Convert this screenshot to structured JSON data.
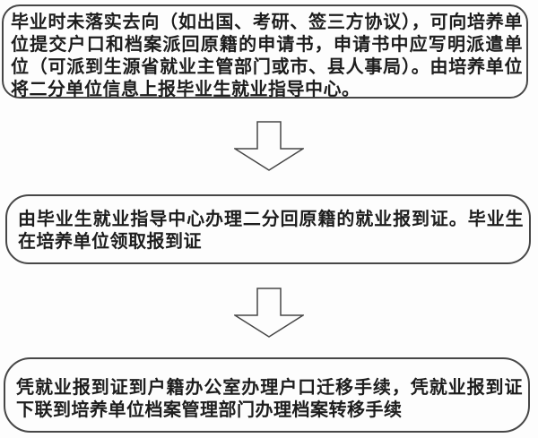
{
  "page": {
    "background_color": "#fdfdfd",
    "line_color": "#474747",
    "text_color": "#1d1d1d"
  },
  "flowchart": {
    "type": "flowchart",
    "direction": "top-down",
    "steps": [
      {
        "id": "step-1",
        "text": "毕业时未落实去向（如出国、考研、签三方协议），可向培养单位提交户口和档案派回原籍的申请书，申请书中应写明派遣单位（可派到生源省就业主管部门或市、县人事局）。由培养单位将二分单位信息上报毕业生就业指导中心。"
      },
      {
        "id": "step-2",
        "text": "由毕业生就业指导中心办理二分回原籍的就业报到证。毕业生在培养单位领取报到证"
      },
      {
        "id": "step-3",
        "text": "凭就业报到证到户籍办公室办理户口迁移手续，凭就业报到证下联到培养单位档案管理部门办理档案转移手续"
      }
    ],
    "connectors": [
      {
        "from": "step-1",
        "to": "step-2",
        "icon": "down-arrow-icon"
      },
      {
        "from": "step-2",
        "to": "step-3",
        "icon": "down-arrow-icon"
      }
    ]
  }
}
